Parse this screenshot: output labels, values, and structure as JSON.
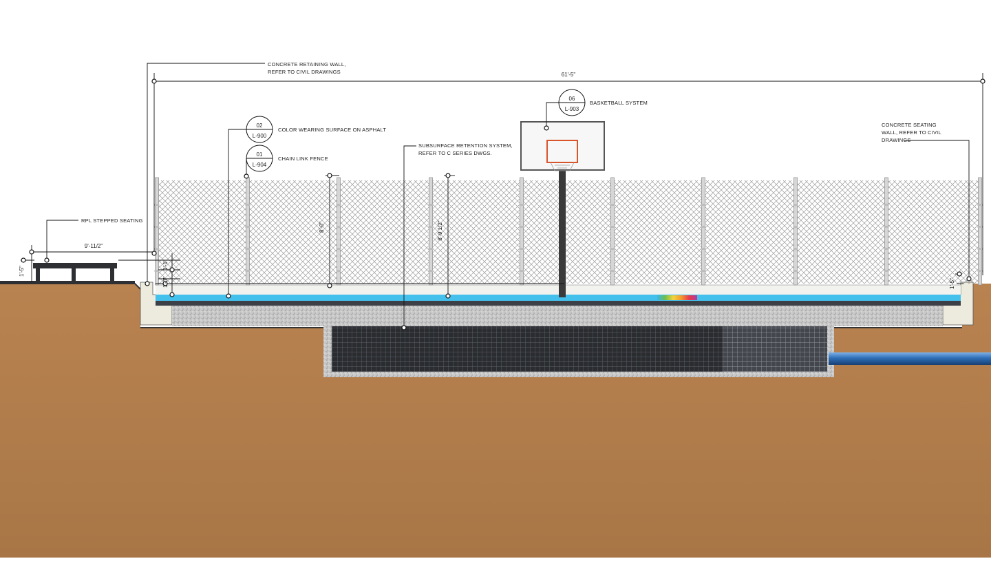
{
  "colors": {
    "soil_top": "#b98350",
    "soil_bottom": "#a87646",
    "court_surface": "#44c0ec",
    "asphalt": "#3c3f46",
    "gravel": "#c9c9c9",
    "retention_grid": "#2a2c30",
    "pipe": "#2f6fb8",
    "concrete": "#ecebdd",
    "backboard_rim": "#d8552a"
  },
  "labels": {
    "retaining_wall": [
      "CONCRETE RETAINING WALL,",
      "REFER TO CIVIL DRAWINGS"
    ],
    "wearing_surface": "COLOR WEARING SURFACE ON ASPHALT",
    "chain_link": "CHAIN LINK FENCE",
    "subsurface": [
      "SUBSURFACE RETENTION SYSTEM,",
      "REFER TO C SERIES DWGS."
    ],
    "basketball": "BASKETBALL SYSTEM",
    "seating_wall": [
      "CONCRETE SEATING",
      "WALL, REFER TO CIVIL",
      "DRAWINGS"
    ],
    "stepped_seating": "RPL STEPPED SEATING"
  },
  "detail_tags": [
    {
      "num": "02",
      "sheet": "L-900"
    },
    {
      "num": "01",
      "sheet": "L-904"
    },
    {
      "num": "06",
      "sheet": "L-903"
    }
  ],
  "dimensions": {
    "overall_width": "61'-5\"",
    "seating_width": "9'-11/2\"",
    "seating_height": "1'-5\"",
    "wall_step_1": "1'-1\"",
    "wall_step_2": "1'-3\"",
    "fence_height_1": "8'-0\"",
    "fence_height_2": "8'-9 1/2\"",
    "right_wall_height": "1'-5\""
  }
}
